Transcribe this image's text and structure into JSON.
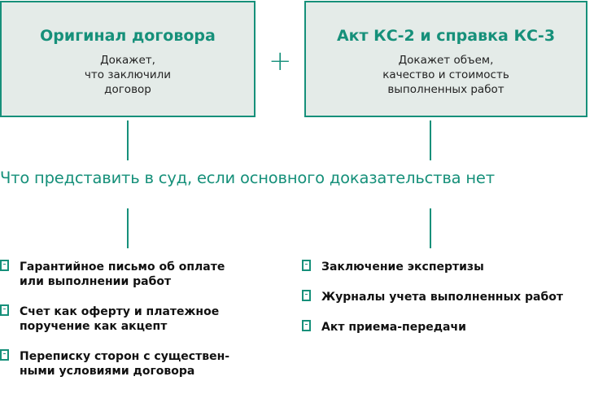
{
  "boxes": [
    {
      "title": "Оригинал договора",
      "lines": [
        "Докажет,",
        "что заключили",
        "договор"
      ]
    },
    {
      "title": "Акт КС-2 и справка КС-3",
      "lines": [
        "Докажет объем,",
        "качество и стоимость",
        "выполненных работ"
      ]
    }
  ],
  "plus": "+",
  "question": "Что представить в суд, если основного доказательства нет",
  "left_items": [
    [
      "Гарантийное письмо об оплате",
      "или выполнении работ"
    ],
    [
      "Счет как оферту и платежное",
      "поручение как акцепт"
    ],
    [
      "Переписку сторон с существен-",
      "ными условиями договора"
    ]
  ],
  "right_items": [
    "Заключение экспертизы",
    "Журналы учета выполненных работ",
    "Акт приема-передачи"
  ],
  "colors": {
    "accent": "#16907a",
    "box_fill": "#e4ebe8"
  }
}
